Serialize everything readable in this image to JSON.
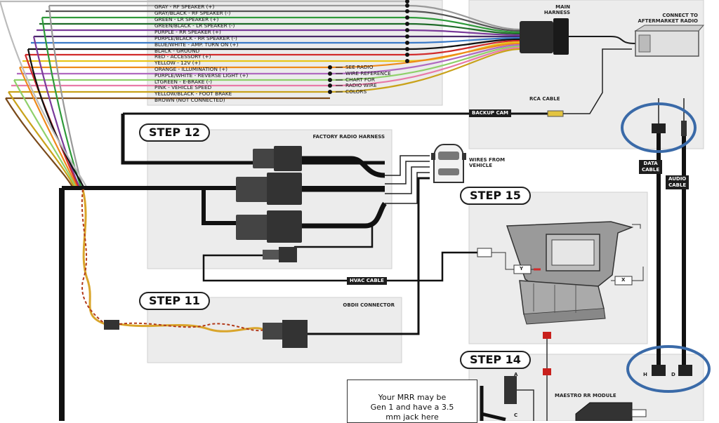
{
  "wire_labels": [
    "GRAY - RF SPEAKER (+)",
    "GRAY/BLACK - RF SPEAKER (-)",
    "GREEN - LR SPEAKER (+)",
    "GREEN/BLACK - LR SPEAKER (-)",
    "PURPLE - RR SPEAKER (+)",
    "PURPLE/BLACK - RR SPEAKER (-)",
    "BLUE/WHITE - AMP. TURN ON (+)",
    "BLACK - GROUND",
    "RED - ACCESSORY (+)",
    "YELLOW - 12V (+)",
    "ORANGE - ILLUMINATION (+)",
    "PURPLE/WHITE - REVERSE LIGHT (+)",
    "LTGREEN - E-BRAKE (-)",
    "PINK - VEHICLE SPEED",
    "YELLOW/BLACK - FOOT BRAKE",
    "BROWN (NOT CONNECTED)"
  ],
  "see_radio": [
    "SEE RADIO",
    "WIRE REFERENCE",
    "CHART FOR",
    "RADIO WIRE",
    "COLORS"
  ],
  "main_harness": [
    "MAIN",
    "HARNESS"
  ],
  "connect_radio": [
    "CONNECT TO",
    "AFTERMARKET RADIO"
  ],
  "rca_cable": "RCA CABLE",
  "backup_cam": "BACKUP CAM",
  "step12": "STEP 12",
  "factory_radio_harness": "FACTORY RADIO HARNESS",
  "wires_from_vehicle": [
    "WIRES FROM",
    "VEHICLE"
  ],
  "step15": "STEP 15",
  "data_cable": [
    "DATA",
    "CABLE"
  ],
  "audio_cable": [
    "AUDIO",
    "CABLE"
  ],
  "hvac_cable": "HVAC CABLE",
  "step11": "STEP 11",
  "obdii_connector": "OBDII CONNECTOR",
  "step14": "STEP 14",
  "maestro_module": "MAESTRO RR MODULE",
  "note_lines": [
    "Your MRR may be",
    "Gen 1 and have a 3.5",
    "mm jack here"
  ],
  "letters": {
    "y": "Y",
    "x": "X",
    "h": "H",
    "d": "D",
    "a": "A",
    "c": "C"
  },
  "colors": {
    "highlight_circle": "#3a6aa8",
    "panel": "#ececec",
    "cable": "#1b1b1b",
    "red_tag": "#c8201c",
    "twisted": "#d9a52b"
  }
}
